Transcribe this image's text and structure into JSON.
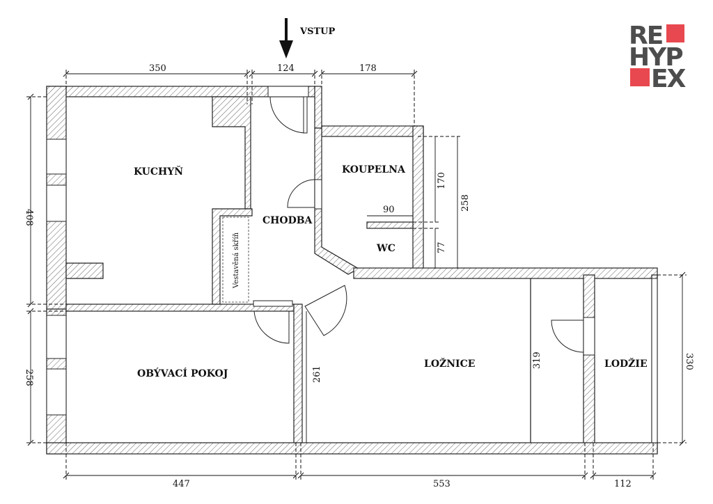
{
  "entrance": {
    "label": "VSTUP"
  },
  "logo": {
    "lines": [
      "RE",
      "HYP",
      "EX"
    ],
    "accent_color": "#e8484f",
    "text_color": "#4d4d4d"
  },
  "rooms": {
    "kitchen": "KUCHYŇ",
    "hallway": "CHODBA",
    "bathroom": "KOUPELNA",
    "wc": "WC",
    "wardrobe": "Vestavěná skříň",
    "living": "OBÝVACÍ POKOJ",
    "bedroom": "LOŽNICE",
    "loggia": "LODŽIE"
  },
  "dimensions": {
    "top_kitchen": "350",
    "top_hall": "124",
    "top_bath": "178",
    "left_kitchen": "408",
    "left_living": "258",
    "bath_height_inner": "170",
    "bath_height_outer": "258",
    "wc_width": "90",
    "wc_height": "77",
    "hall_lower": "261",
    "bedroom_height": "319",
    "loggia_height": "330",
    "bottom_living": "447",
    "bottom_bedroom": "553",
    "bottom_loggia": "112"
  }
}
